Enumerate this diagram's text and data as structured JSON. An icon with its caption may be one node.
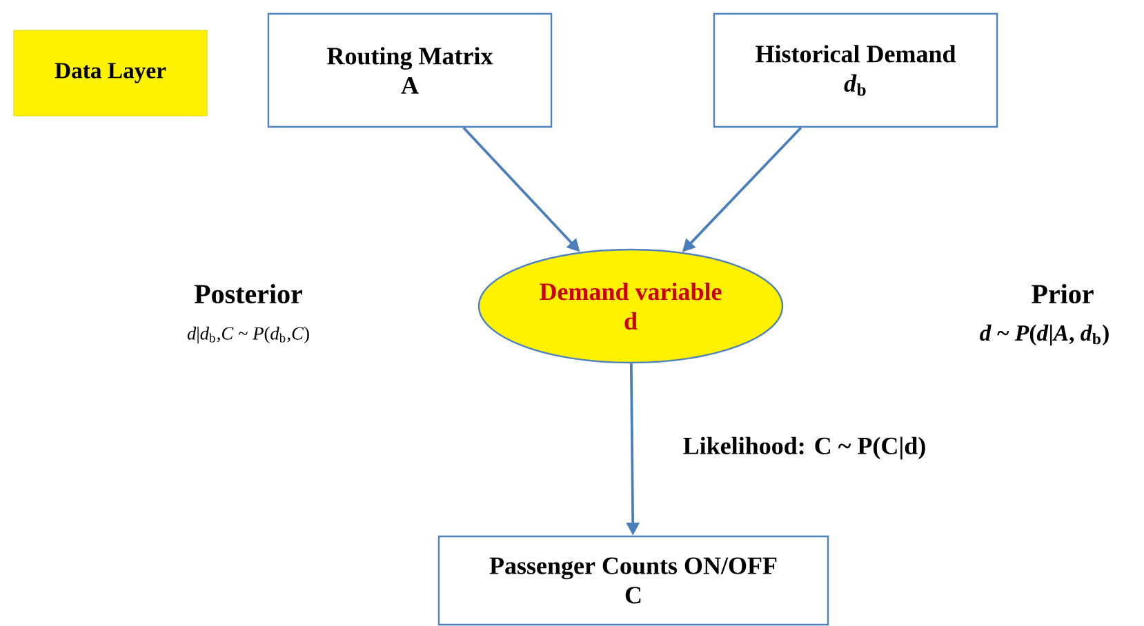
{
  "diagram": {
    "nodes": [
      {
        "text": [
          "Data Layer"
        ]
      },
      {
        "text": [
          "Routing Matrix",
          "A"
        ]
      },
      {
        "text": [
          "Historical Demand",
          "*d*$_{b}$"
        ]
      },
      {
        "text": [
          "Demand variable",
          "d"
        ]
      },
      {
        "text": [
          "Passenger Counts ON/OFF",
          "C"
        ]
      }
    ],
    "edges": [
      {
        "from": 1,
        "to": 3,
        "arrow": "to"
      },
      {
        "from": 2,
        "to": 3,
        "arrow": "to"
      },
      {
        "from": 3,
        "to": 4,
        "arrow": "to",
        "label": "Likelihood: C ~ P(C|d)"
      }
    ],
    "labels": [
      "Posterior",
      "*d*|*d*$_{b}$,*C* ~ *P*(*d*$_{b}$,*C*)",
      "Prior",
      "*d* ~ *P*(*d*|*A*, *d*$_{b}$)"
    ]
  }
}
